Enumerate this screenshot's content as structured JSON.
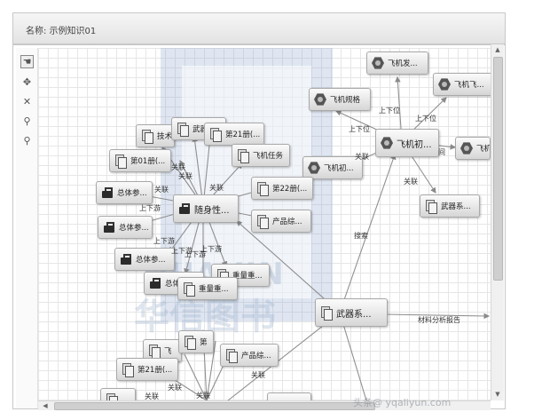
{
  "header": {
    "name_label": "名称: 示例知识01"
  },
  "toolbar": {
    "tools": [
      "select-tool",
      "move-tool",
      "fit-tool",
      "zoom-in-tool",
      "zoom-out-tool"
    ]
  },
  "watermark": {
    "site": "头条@ yqaliyun.com"
  },
  "nodes": {
    "n1": "飞机发...",
    "n2": "飞机飞...",
    "n3": "飞机规格",
    "n4": "飞机初...",
    "n5": "飞机初...",
    "n6": "飞机",
    "n7": "武器系...",
    "n8": "技术",
    "n9": "武器",
    "n10": "第21册(...",
    "n11": "第01册(...",
    "n12": "飞机任务",
    "n13": "第22册(...",
    "n14": "总体参...",
    "n15": "随身性...",
    "n16": "产品综...",
    "n17": "总体参...",
    "n18": "总体参...",
    "n19": "总体参...",
    "n20": "重量重...",
    "n21": "重量重...",
    "n22": "武器系...",
    "n23": "飞",
    "n24": "第",
    "n25": "第21册(...",
    "n26": "产品综..."
  },
  "edge_labels": {
    "e1": "上下位",
    "e2": "上下位",
    "e3": "上下位",
    "e4": "关联",
    "e5": "关联",
    "e6": "间",
    "e7": "搜索",
    "e8": "材料分析报告",
    "e9": "关联",
    "e10": "关联",
    "e11": "关联",
    "e12": "关联",
    "e13": "上下游",
    "e14": "上下游",
    "e15": "上下游",
    "e16": "上下游",
    "e17": "上下游",
    "e18": "关联",
    "e19": "关联",
    "e20": "关联",
    "e21": "关联"
  }
}
